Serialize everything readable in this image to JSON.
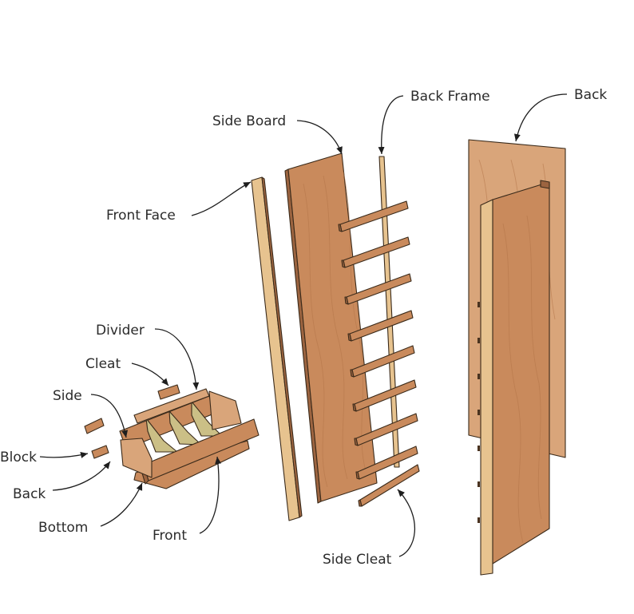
{
  "labels": {
    "side_board": "Side Board",
    "back_frame": "Back Frame",
    "back": "Back",
    "front_face": "Front Face",
    "divider": "Divider",
    "cleat": "Cleat",
    "side": "Side",
    "block": "Block",
    "back_small": "Back",
    "bottom": "Bottom",
    "front": "Front",
    "side_cleat": "Side Cleat"
  },
  "colors": {
    "wood_face": "#c98a5c",
    "wood_light": "#d9a57a",
    "wood_dark": "#9c6440",
    "wood_edge": "#e7c38f",
    "divider_green": "#cbbf86",
    "outline": "#3a2a1a"
  }
}
